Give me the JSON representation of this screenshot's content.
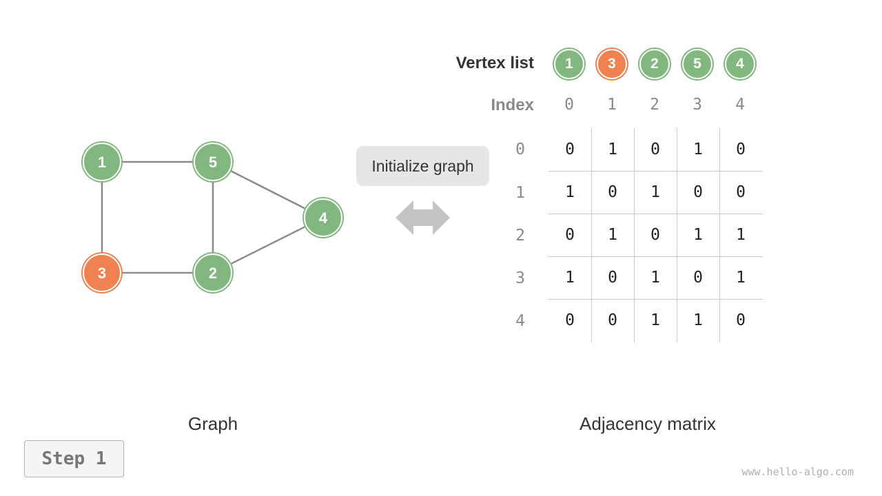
{
  "colors": {
    "green": "#82b87f",
    "orange": "#f08151",
    "edge": "#8a8a8a"
  },
  "graph": {
    "caption": "Graph",
    "nodes": [
      {
        "id": "1",
        "label": "1",
        "color": "green"
      },
      {
        "id": "5",
        "label": "5",
        "color": "green"
      },
      {
        "id": "4",
        "label": "4",
        "color": "green"
      },
      {
        "id": "3",
        "label": "3",
        "color": "orange"
      },
      {
        "id": "2",
        "label": "2",
        "color": "green"
      }
    ],
    "edges": [
      [
        "1",
        "5"
      ],
      [
        "1",
        "3"
      ],
      [
        "5",
        "2"
      ],
      [
        "5",
        "4"
      ],
      [
        "3",
        "2"
      ],
      [
        "2",
        "4"
      ]
    ]
  },
  "operation": {
    "label": "Initialize graph",
    "arrow_icon": "double-arrow-icon"
  },
  "vertex_list": {
    "label": "Vertex list",
    "items": [
      {
        "label": "1",
        "color": "green"
      },
      {
        "label": "3",
        "color": "orange"
      },
      {
        "label": "2",
        "color": "green"
      },
      {
        "label": "5",
        "color": "green"
      },
      {
        "label": "4",
        "color": "green"
      }
    ]
  },
  "index": {
    "label": "Index",
    "values": [
      "0",
      "1",
      "2",
      "3",
      "4"
    ]
  },
  "matrix": {
    "caption": "Adjacency matrix",
    "row_labels": [
      "0",
      "1",
      "2",
      "3",
      "4"
    ],
    "rows": [
      [
        "0",
        "1",
        "0",
        "1",
        "0"
      ],
      [
        "1",
        "0",
        "1",
        "0",
        "0"
      ],
      [
        "0",
        "1",
        "0",
        "1",
        "1"
      ],
      [
        "1",
        "0",
        "1",
        "0",
        "1"
      ],
      [
        "0",
        "0",
        "1",
        "1",
        "0"
      ]
    ]
  },
  "step": {
    "label": "Step 1"
  },
  "watermark": "www.hello-algo.com"
}
